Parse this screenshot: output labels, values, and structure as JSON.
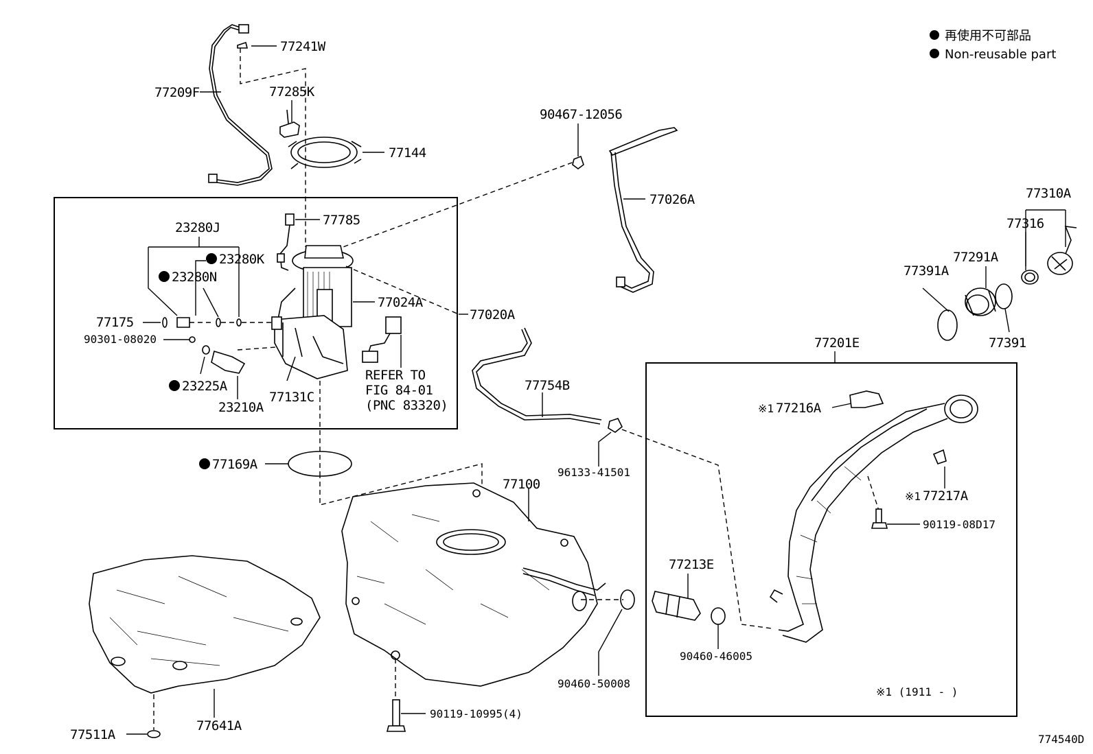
{
  "legend": {
    "japanese": "再使用不可部品",
    "english": "Non-reusable part"
  },
  "diagram_id": "774540D",
  "note_footnote": "※1 (1911 -      )",
  "parts": {
    "p77241W": "77241W",
    "p77209F": "77209F",
    "p77285K": "77285K",
    "p77144": "77144",
    "p90467_12056": "90467-12056",
    "p77026A": "77026A",
    "p77785": "77785",
    "p23280J": "23280J",
    "p23280K": "23280K",
    "p23280N": "23280N",
    "p77024A": "77024A",
    "p77020A": "77020A",
    "p77175": "77175",
    "p90301_08020": "90301-08020",
    "p23225A": "23225A",
    "p23210A": "23210A",
    "p77131C": "77131C",
    "refer_line1": "REFER TO",
    "refer_line2": "FIG 84-01",
    "refer_line3": "(PNC 83320)",
    "p77754B": "77754B",
    "p96133_41501": "96133-41501",
    "p77169A": "77169A",
    "p77100": "77100",
    "p77310A": "77310A",
    "p77316": "77316",
    "p77291A": "77291A",
    "p77391A": "77391A",
    "p77391": "77391",
    "p77201E": "77201E",
    "p77216A": "77216A",
    "p77217A": "77217A",
    "p90119_08D17": "90119-08D17",
    "p77213E": "77213E",
    "p90460_46005": "90460-46005",
    "p90460_50008": "90460-50008",
    "p90119_10995": "90119-10995(4)",
    "p77641A": "77641A",
    "p77511A": "77511A"
  },
  "markers": {
    "non_reusable": "●",
    "note1": "※1"
  }
}
